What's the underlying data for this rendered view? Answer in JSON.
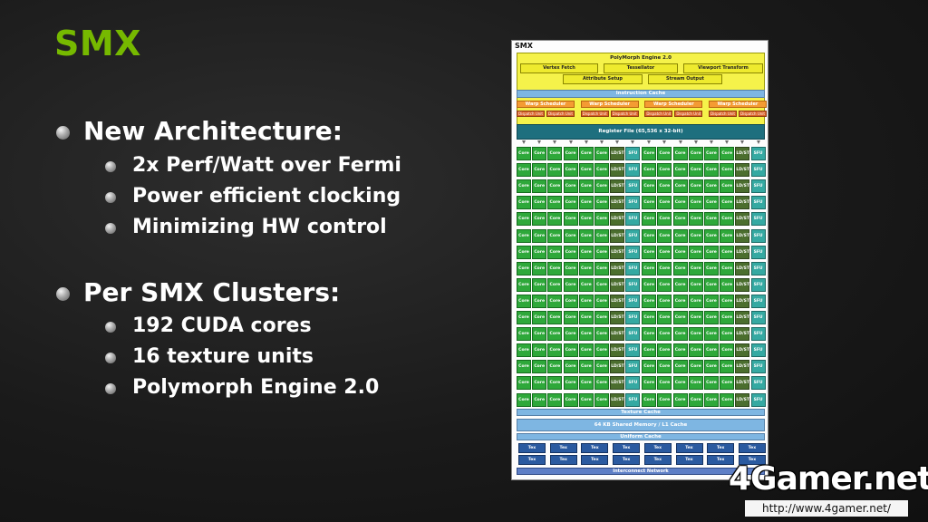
{
  "title": "SMX",
  "bullets": [
    {
      "text": "New Architecture:",
      "sub": [
        "2x Perf/Watt over Fermi",
        "Power efficient clocking",
        "Minimizing HW control"
      ]
    },
    {
      "text": "Per SMX Clusters:",
      "sub": [
        "192 CUDA cores",
        "16 texture units",
        "Polymorph Engine 2.0"
      ]
    }
  ],
  "diagram": {
    "label": "SMX",
    "polymorph_title": "PolyMorph Engine 2.0",
    "polymorph_units": [
      "Vertex Fetch",
      "Tessellator",
      "Viewport Transform",
      "Attribute Setup",
      "Stream Output"
    ],
    "instruction_cache": "Instruction Cache",
    "warp_scheduler": "Warp Scheduler",
    "dispatch_unit": "Dispatch Unit",
    "register_file": "Register File (65,536 x 32-bit)",
    "core_label": "Core",
    "ldst_label": "LD/ST",
    "sfu_label": "SFU",
    "texture_cache": "Texture Cache",
    "shared_memory": "64 KB Shared Memory / L1 Cache",
    "uniform_cache": "Uniform Cache",
    "tex_label": "Tex",
    "interconnect": "Interconnect Network",
    "colors": {
      "core": "#2ea83a",
      "ldst": "#4b6e2e",
      "sfu": "#35a9a2",
      "polymorph": "#f5f24a",
      "cache": "#7eb6e2",
      "warp": "#f49b33",
      "tex": "#2a5aa0"
    }
  },
  "watermark": {
    "logo": "4Gamer.net",
    "url": "http://www.4gamer.net/"
  }
}
